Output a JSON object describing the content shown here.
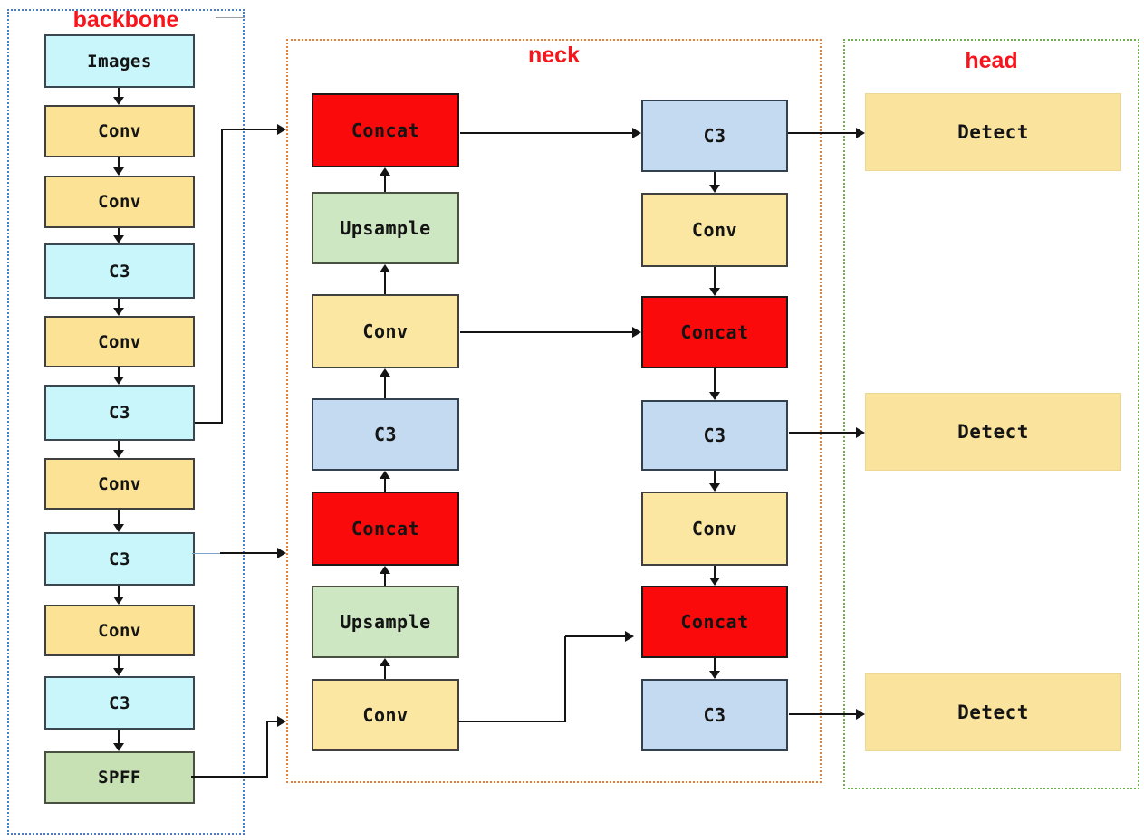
{
  "sections": {
    "backbone": {
      "label": "backbone",
      "nodes": [
        "Images",
        "Conv",
        "Conv",
        "C3",
        "Conv",
        "C3",
        "Conv",
        "C3",
        "Conv",
        "C3",
        "SPFF"
      ]
    },
    "neck": {
      "label": "neck",
      "left_column": [
        "Concat",
        "Upsample",
        "Conv",
        "C3",
        "Concat",
        "Upsample",
        "Conv"
      ],
      "right_column": [
        "C3",
        "Conv",
        "Concat",
        "C3",
        "Conv",
        "Concat",
        "C3"
      ]
    },
    "head": {
      "label": "head",
      "nodes": [
        "Detect",
        "Detect",
        "Detect"
      ]
    }
  },
  "connections": [
    {
      "from": "backbone.Images",
      "to": "backbone.Conv-1"
    },
    {
      "from": "backbone.Conv-1",
      "to": "backbone.Conv-2"
    },
    {
      "from": "backbone.Conv-2",
      "to": "backbone.C3-1"
    },
    {
      "from": "backbone.C3-1",
      "to": "backbone.Conv-3"
    },
    {
      "from": "backbone.Conv-3",
      "to": "backbone.C3-2"
    },
    {
      "from": "backbone.C3-2",
      "to": "backbone.Conv-4"
    },
    {
      "from": "backbone.Conv-4",
      "to": "backbone.C3-3"
    },
    {
      "from": "backbone.C3-3",
      "to": "backbone.Conv-5"
    },
    {
      "from": "backbone.Conv-5",
      "to": "backbone.C3-4"
    },
    {
      "from": "backbone.C3-4",
      "to": "backbone.SPFF"
    },
    {
      "from": "backbone.C3-2",
      "to": "neck.left.Concat-top"
    },
    {
      "from": "backbone.C3-3",
      "to": "neck.left.Concat-mid"
    },
    {
      "from": "backbone.SPFF",
      "to": "neck.left.Conv-bottom"
    },
    {
      "from": "neck.left.Conv-bottom",
      "to": "neck.left.Upsample-bottom"
    },
    {
      "from": "neck.left.Upsample-bottom",
      "to": "neck.left.Concat-mid"
    },
    {
      "from": "neck.left.Concat-mid",
      "to": "neck.left.C3"
    },
    {
      "from": "neck.left.C3",
      "to": "neck.left.Conv-top"
    },
    {
      "from": "neck.left.Conv-top",
      "to": "neck.left.Upsample-top"
    },
    {
      "from": "neck.left.Upsample-top",
      "to": "neck.left.Concat-top"
    },
    {
      "from": "neck.left.Concat-top",
      "to": "neck.right.C3-top"
    },
    {
      "from": "neck.left.Conv-top",
      "to": "neck.right.Concat-top"
    },
    {
      "from": "neck.left.Conv-bottom",
      "to": "neck.right.Concat-bottom"
    },
    {
      "from": "neck.right.C3-top",
      "to": "neck.right.Conv-top"
    },
    {
      "from": "neck.right.Conv-top",
      "to": "neck.right.Concat-top"
    },
    {
      "from": "neck.right.Concat-top",
      "to": "neck.right.C3-mid"
    },
    {
      "from": "neck.right.C3-mid",
      "to": "neck.right.Conv-bottom"
    },
    {
      "from": "neck.right.Conv-bottom",
      "to": "neck.right.Concat-bottom"
    },
    {
      "from": "neck.right.Concat-bottom",
      "to": "neck.right.C3-bottom"
    },
    {
      "from": "neck.right.C3-top",
      "to": "head.Detect-1"
    },
    {
      "from": "neck.right.C3-mid",
      "to": "head.Detect-2"
    },
    {
      "from": "neck.right.C3-bottom",
      "to": "head.Detect-3"
    }
  ],
  "colors": {
    "backbone_border": "#4a7ebf",
    "neck_border": "#ed7d31",
    "head_border": "#6fad52",
    "title_text": "#f7141b",
    "node_cyan": "#c9f6fa",
    "node_yellow_backbone": "#fbe294",
    "node_yellow_neck": "#fbe7a2",
    "node_detect_yellow": "#fae49d",
    "node_green_upsample": "#cde7c2",
    "node_green_spff": "#c7e0b4",
    "node_red_concat": "#fa0a0a",
    "node_blue_c3": "#c4daf1",
    "arrow": "#141414"
  }
}
